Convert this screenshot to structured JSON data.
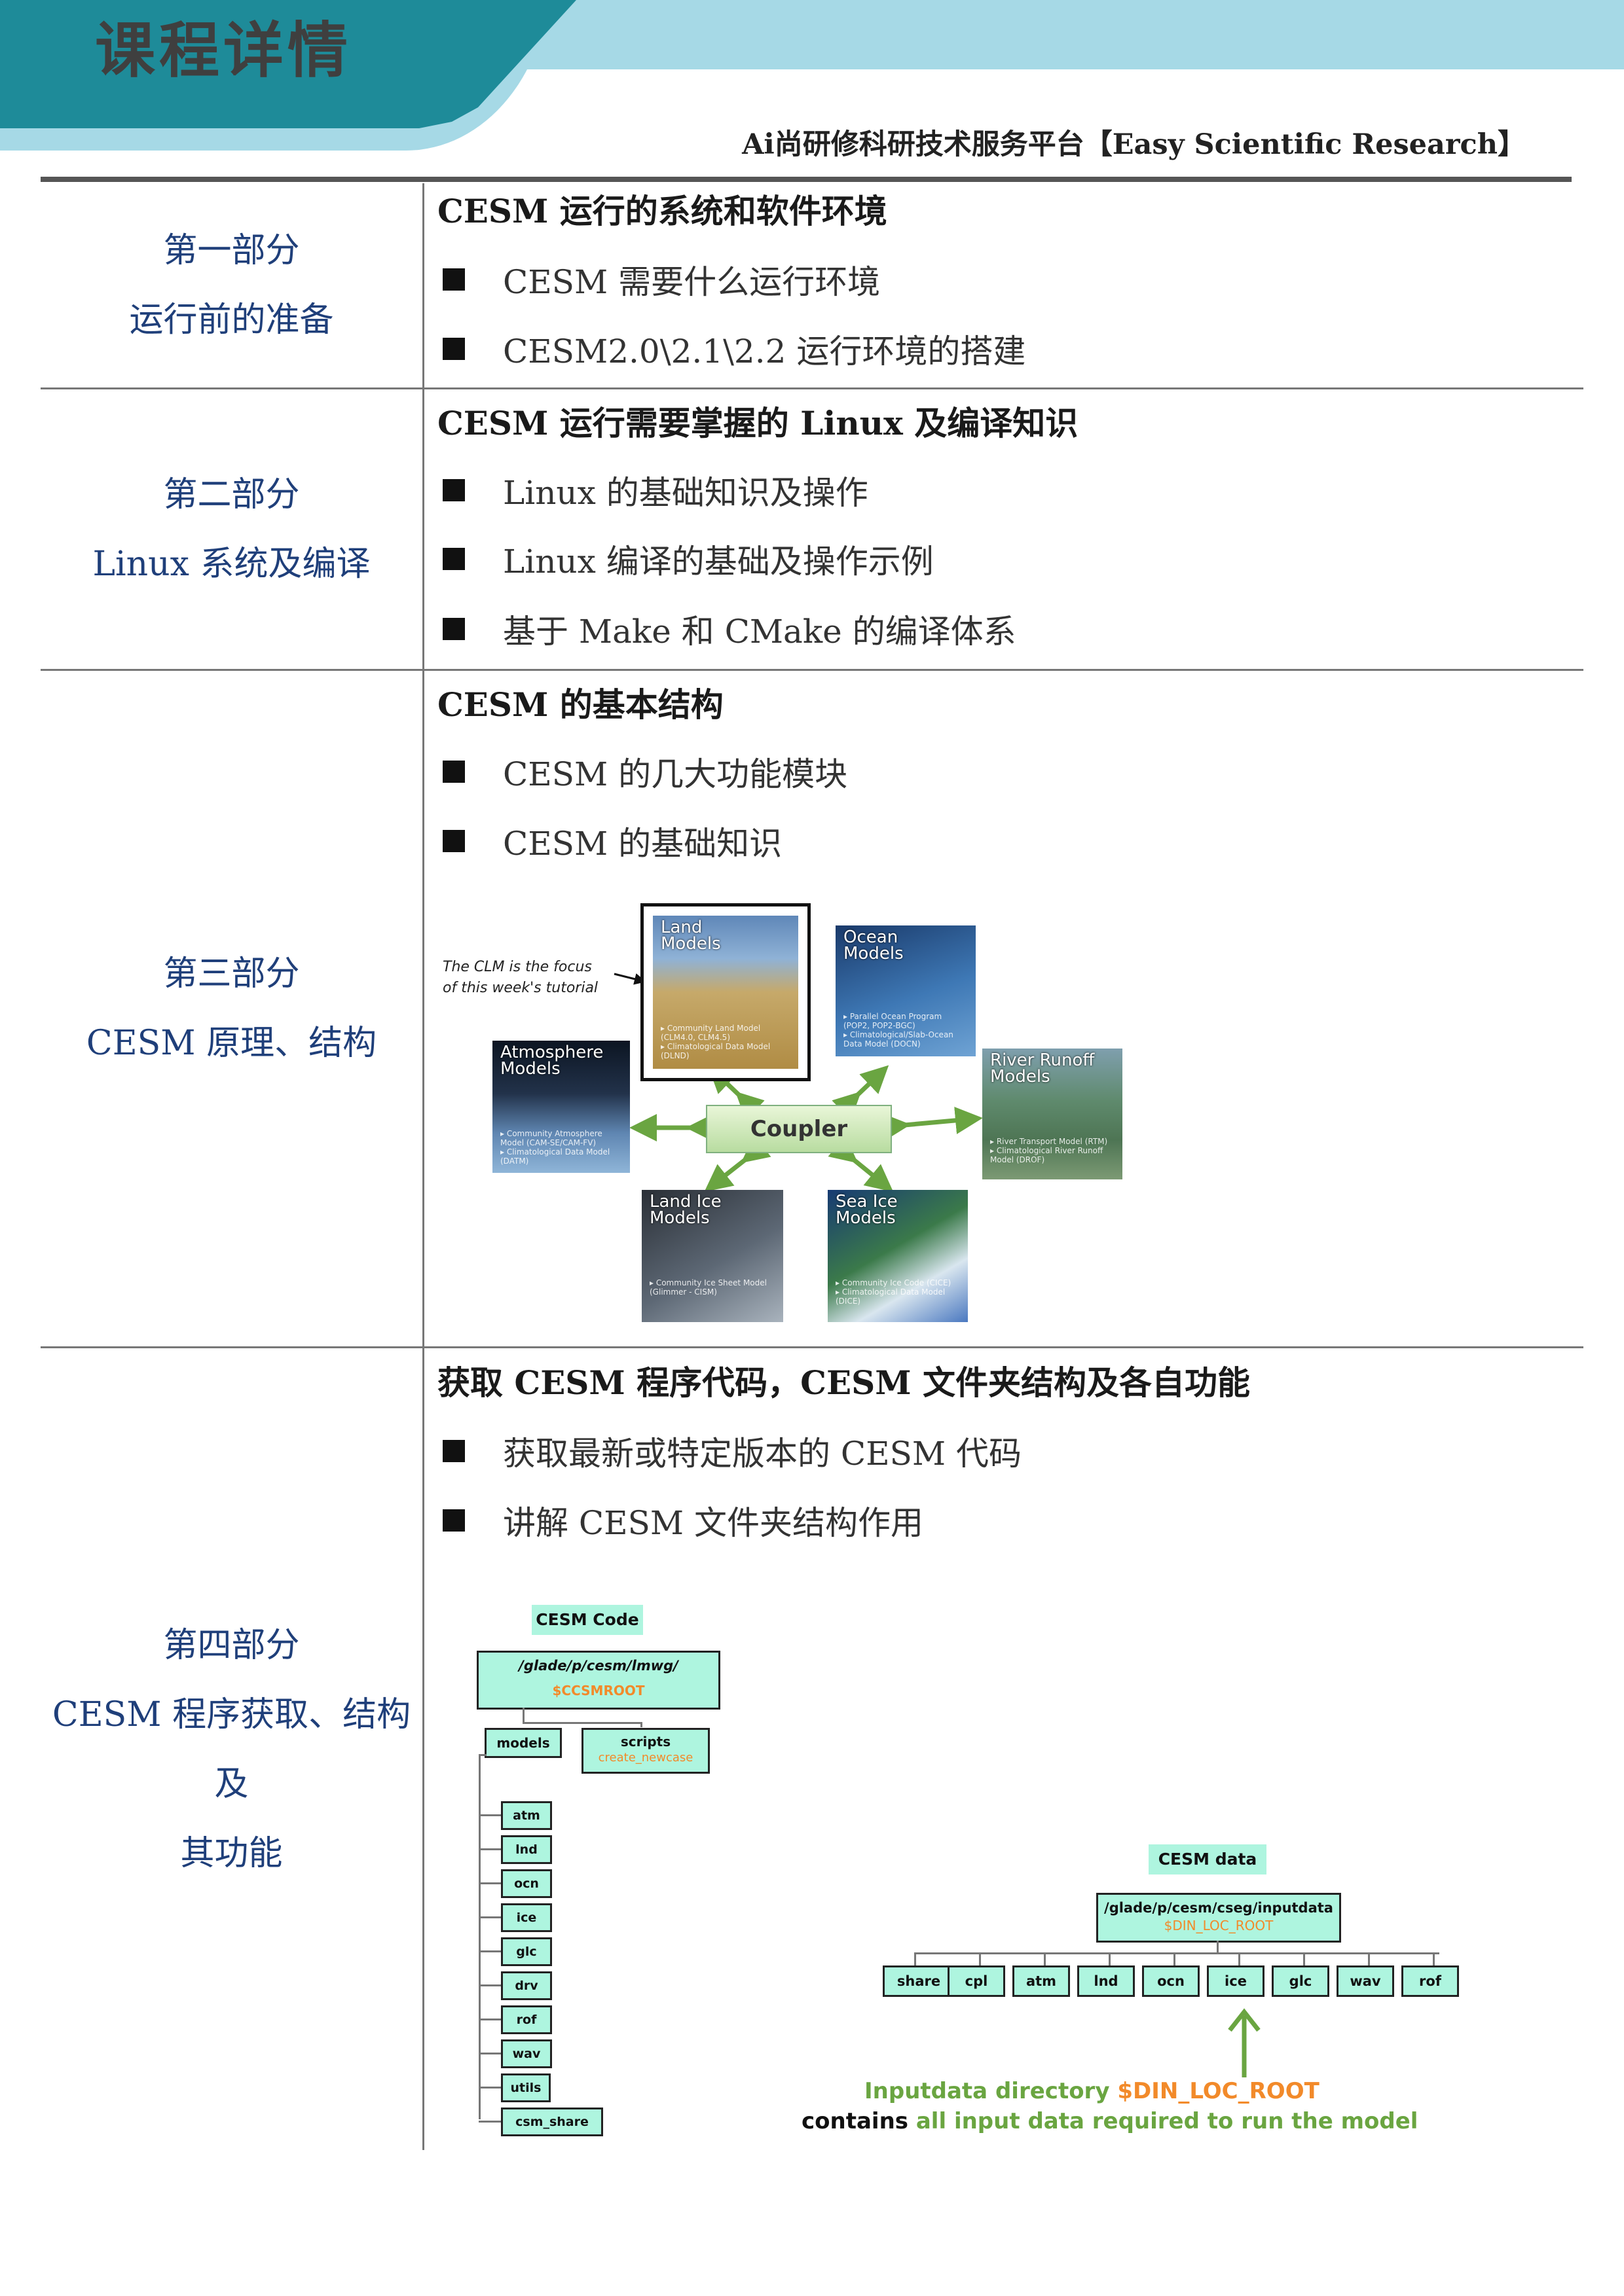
{
  "header": {
    "title": "课程详情",
    "platform": "Ai尚研修科研技术服务平台【Easy Scientific Research】"
  },
  "sections": [
    {
      "part": "第一部分",
      "name_lines": [
        "运行前的准备"
      ],
      "title": "CESM 运行的系统和软件环境",
      "bullets": [
        "CESM 需要什么运行环境",
        "CESM2.0\\2.1\\2.2 运行环境的搭建"
      ]
    },
    {
      "part": "第二部分",
      "name_lines": [
        "Linux 系统及编译"
      ],
      "title": "CESM 运行需要掌握的 Linux 及编译知识",
      "bullets": [
        "Linux 的基础知识及操作",
        "Linux 编译的基础及操作示例",
        "基于 Make  和 CMake 的编译体系"
      ]
    },
    {
      "part": "第三部分",
      "name_lines": [
        "CESM 原理、结构"
      ],
      "title": "CESM 的基本结构",
      "bullets": [
        "CESM 的几大功能模块",
        "CESM 的基础知识"
      ]
    },
    {
      "part": "第四部分",
      "name_lines": [
        "CESM 程序获取、结构及",
        "其功能"
      ],
      "title": "获取  CESM 程序代码，CESM 文件夹结构及各自功能",
      "bullets": [
        "获取最新或特定版本的  CESM  代码",
        "讲解  CESM 文件夹结构作用"
      ]
    }
  ],
  "cesm_diagram": {
    "note": "The CLM is the focus\nof this week's tutorial",
    "coupler": "Coupler",
    "land": {
      "title": "Land\nModels",
      "items": "▸ Community Land Model (CLM4.0, CLM4.5)\n▸ Climatological Data Model (DLND)"
    },
    "ocean": {
      "title": "Ocean\nModels",
      "items": "▸ Parallel Ocean Program (POP2, POP2-BGC)\n▸ Climatological/Slab-Ocean Data Model (DOCN)"
    },
    "atmosphere": {
      "title": "Atmosphere\nModels",
      "items": "▸ Community Atmosphere Model (CAM-SE/CAM-FV)\n▸ Climatological Data Model (DATM)"
    },
    "river": {
      "title": "River Runoff\nModels",
      "items": "▸ River Transport Model (RTM)\n▸ Climatological River Runoff Model (DROF)"
    },
    "landice": {
      "title": "Land Ice\nModels",
      "items": "▸ Community Ice Sheet Model (Glimmer - CISM)"
    },
    "seaice": {
      "title": "Sea Ice\nModels",
      "items": "▸ Community Ice Code (CICE)\n▸ Climatological Data Model (DICE)"
    }
  },
  "code_tree": {
    "label": "CESM Code",
    "root_path": "/glade/p/cesm/lmwg/",
    "root_var": "$CCSMROOT",
    "models": "models",
    "scripts": "scripts",
    "scripts_sub": "create_newcase",
    "components": [
      "atm",
      "lnd",
      "ocn",
      "ice",
      "glc",
      "drv",
      "rof",
      "wav",
      "utils",
      "csm_share"
    ]
  },
  "data_tree": {
    "label": "CESM data",
    "root_path": "/glade/p/cesm/cseg/inputdata",
    "root_var": "$DIN_LOC_ROOT",
    "components": [
      "share",
      "cpl",
      "atm",
      "lnd",
      "ocn",
      "ice",
      "glc",
      "wav",
      "rof"
    ],
    "caption1_prefix": "Inputdata directory ",
    "caption1_var": "$DIN_LOC_ROOT",
    "caption2_prefix": "contains ",
    "caption2_rest": "all input data required to run the model"
  }
}
